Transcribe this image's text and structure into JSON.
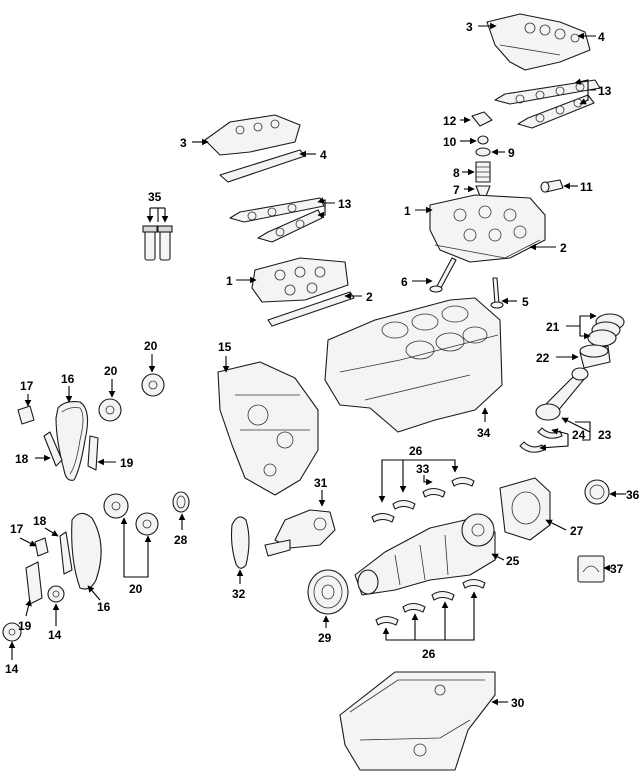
{
  "callouts": {
    "c3a": "3",
    "c4a": "4",
    "c13a": "13",
    "c12": "12",
    "c10": "10",
    "c9": "9",
    "c8": "8",
    "c7": "7",
    "c11": "11",
    "c1a": "1",
    "c2a": "2",
    "c6": "6",
    "c5": "5",
    "c3b": "3",
    "c4b": "4",
    "c35": "35",
    "c13b": "13",
    "c1b": "1",
    "c2b": "2",
    "c21": "21",
    "c22": "22",
    "c15": "15",
    "c20a": "20",
    "c20b": "20",
    "c17a": "17",
    "c16a": "16",
    "c18a": "18",
    "c19a": "19",
    "c34": "34",
    "c26a": "26",
    "c33": "33",
    "c24": "24",
    "c23": "23",
    "c31": "31",
    "c36": "36",
    "c27": "27",
    "c28": "28",
    "c25": "25",
    "c17b": "17",
    "c18b": "18",
    "c20c": "20",
    "c16b": "16",
    "c19b": "19",
    "c14a": "14",
    "c14b": "14",
    "c32": "32",
    "c29": "29",
    "c37": "37",
    "c26b": "26",
    "c30": "30"
  }
}
